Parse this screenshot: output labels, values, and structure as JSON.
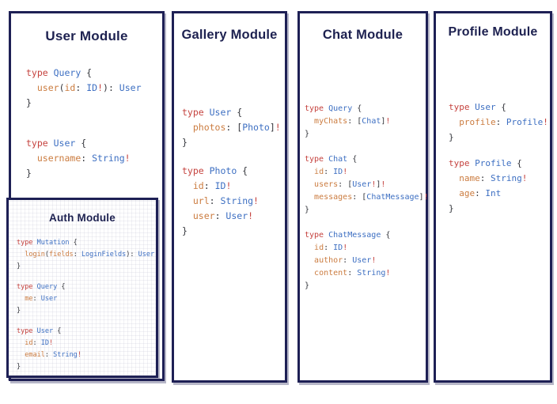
{
  "colors": {
    "border": "#1e2055",
    "title": "#1d2150",
    "keyword": "#c5423e",
    "type_name": "#3d6fc2",
    "field": "#cb7c40",
    "punctuation": "#34363c",
    "bang": "#c5423e"
  },
  "panels": [
    {
      "id": "user-module",
      "title": "User Module",
      "code_blocks": [
        {
          "lines": [
            [
              [
                "type ",
                "k"
              ],
              [
                "Query ",
                "t"
              ],
              [
                "{",
                "p"
              ]
            ],
            [
              [
                "  ",
                "p"
              ],
              [
                "user",
                "f"
              ],
              [
                "(",
                "p"
              ],
              [
                "id",
                "f"
              ],
              [
                ": ",
                "p"
              ],
              [
                "ID",
                "t"
              ],
              [
                "!",
                "b"
              ],
              [
                "): ",
                "p"
              ],
              [
                "User",
                "t"
              ]
            ],
            [
              [
                "}",
                "p"
              ]
            ]
          ]
        },
        {
          "lines": [
            [
              [
                "type ",
                "k"
              ],
              [
                "User ",
                "t"
              ],
              [
                "{",
                "p"
              ]
            ],
            [
              [
                "  ",
                "p"
              ],
              [
                "username",
                "f"
              ],
              [
                ": ",
                "p"
              ],
              [
                "String",
                "t"
              ],
              [
                "!",
                "b"
              ]
            ],
            [
              [
                "}",
                "p"
              ]
            ]
          ]
        }
      ]
    },
    {
      "id": "auth-module",
      "title": "Auth Module",
      "code_blocks": [
        {
          "lines": [
            [
              [
                "type ",
                "k"
              ],
              [
                "Mutation ",
                "t"
              ],
              [
                "{",
                "p"
              ]
            ],
            [
              [
                "  ",
                "p"
              ],
              [
                "login",
                "f"
              ],
              [
                "(",
                "p"
              ],
              [
                "fields",
                "f"
              ],
              [
                ": ",
                "p"
              ],
              [
                "LoginFields",
                "t"
              ],
              [
                "): ",
                "p"
              ],
              [
                "User",
                "t"
              ]
            ],
            [
              [
                "}",
                "p"
              ]
            ]
          ]
        },
        {
          "lines": [
            [
              [
                "type ",
                "k"
              ],
              [
                "Query ",
                "t"
              ],
              [
                "{",
                "p"
              ]
            ],
            [
              [
                "  ",
                "p"
              ],
              [
                "me",
                "f"
              ],
              [
                ": ",
                "p"
              ],
              [
                "User",
                "t"
              ]
            ],
            [
              [
                "}",
                "p"
              ]
            ]
          ]
        },
        {
          "lines": [
            [
              [
                "type ",
                "k"
              ],
              [
                "User ",
                "t"
              ],
              [
                "{",
                "p"
              ]
            ],
            [
              [
                "  ",
                "p"
              ],
              [
                "id",
                "f"
              ],
              [
                ": ",
                "p"
              ],
              [
                "ID",
                "t"
              ],
              [
                "!",
                "b"
              ]
            ],
            [
              [
                "  ",
                "p"
              ],
              [
                "email",
                "f"
              ],
              [
                ": ",
                "p"
              ],
              [
                "String",
                "t"
              ],
              [
                "!",
                "b"
              ]
            ],
            [
              [
                "}",
                "p"
              ]
            ]
          ]
        }
      ]
    },
    {
      "id": "gallery-module",
      "title": "Gallery Module",
      "code_blocks": [
        {
          "lines": [
            [
              [
                "type ",
                "k"
              ],
              [
                "User ",
                "t"
              ],
              [
                "{",
                "p"
              ]
            ],
            [
              [
                "  ",
                "p"
              ],
              [
                "photos",
                "f"
              ],
              [
                ": ",
                "p"
              ],
              [
                "[",
                "p"
              ],
              [
                "Photo",
                "t"
              ],
              [
                "]",
                "p"
              ],
              [
                "!",
                "b"
              ]
            ],
            [
              [
                "}",
                "p"
              ]
            ]
          ]
        },
        {
          "lines": [
            [
              [
                "type ",
                "k"
              ],
              [
                "Photo ",
                "t"
              ],
              [
                "{",
                "p"
              ]
            ],
            [
              [
                "  ",
                "p"
              ],
              [
                "id",
                "f"
              ],
              [
                ": ",
                "p"
              ],
              [
                "ID",
                "t"
              ],
              [
                "!",
                "b"
              ]
            ],
            [
              [
                "  ",
                "p"
              ],
              [
                "url",
                "f"
              ],
              [
                ": ",
                "p"
              ],
              [
                "String",
                "t"
              ],
              [
                "!",
                "b"
              ]
            ],
            [
              [
                "  ",
                "p"
              ],
              [
                "user",
                "f"
              ],
              [
                ": ",
                "p"
              ],
              [
                "User",
                "t"
              ],
              [
                "!",
                "b"
              ]
            ],
            [
              [
                "}",
                "p"
              ]
            ]
          ]
        }
      ]
    },
    {
      "id": "chat-module",
      "title": "Chat Module",
      "code_blocks": [
        {
          "lines": [
            [
              [
                "type ",
                "k"
              ],
              [
                "Query ",
                "t"
              ],
              [
                "{",
                "p"
              ]
            ],
            [
              [
                "  ",
                "p"
              ],
              [
                "myChats",
                "f"
              ],
              [
                ": ",
                "p"
              ],
              [
                "[",
                "p"
              ],
              [
                "Chat",
                "t"
              ],
              [
                "]",
                "p"
              ],
              [
                "!",
                "b"
              ]
            ],
            [
              [
                "}",
                "p"
              ]
            ]
          ]
        },
        {
          "lines": [
            [
              [
                "type ",
                "k"
              ],
              [
                "Chat ",
                "t"
              ],
              [
                "{",
                "p"
              ]
            ],
            [
              [
                "  ",
                "p"
              ],
              [
                "id",
                "f"
              ],
              [
                ": ",
                "p"
              ],
              [
                "ID",
                "t"
              ],
              [
                "!",
                "b"
              ]
            ],
            [
              [
                "  ",
                "p"
              ],
              [
                "users",
                "f"
              ],
              [
                ": ",
                "p"
              ],
              [
                "[",
                "p"
              ],
              [
                "User",
                "t"
              ],
              [
                "!",
                "b"
              ],
              [
                "]",
                "p"
              ],
              [
                "!",
                "b"
              ]
            ],
            [
              [
                "  ",
                "p"
              ],
              [
                "messages",
                "f"
              ],
              [
                ": ",
                "p"
              ],
              [
                "[",
                "p"
              ],
              [
                "ChatMessage",
                "t"
              ],
              [
                "]",
                "p"
              ],
              [
                "!",
                "b"
              ]
            ],
            [
              [
                "}",
                "p"
              ]
            ]
          ]
        },
        {
          "lines": [
            [
              [
                "type ",
                "k"
              ],
              [
                "ChatMessage ",
                "t"
              ],
              [
                "{",
                "p"
              ]
            ],
            [
              [
                "  ",
                "p"
              ],
              [
                "id",
                "f"
              ],
              [
                ": ",
                "p"
              ],
              [
                "ID",
                "t"
              ],
              [
                "!",
                "b"
              ]
            ],
            [
              [
                "  ",
                "p"
              ],
              [
                "author",
                "f"
              ],
              [
                ": ",
                "p"
              ],
              [
                "User",
                "t"
              ],
              [
                "!",
                "b"
              ]
            ],
            [
              [
                "  ",
                "p"
              ],
              [
                "content",
                "f"
              ],
              [
                ": ",
                "p"
              ],
              [
                "String",
                "t"
              ],
              [
                "!",
                "b"
              ]
            ],
            [
              [
                "}",
                "p"
              ]
            ]
          ]
        }
      ]
    },
    {
      "id": "profile-module",
      "title": "Profile Module",
      "code_blocks": [
        {
          "lines": [
            [
              [
                "type ",
                "k"
              ],
              [
                "User ",
                "t"
              ],
              [
                "{",
                "p"
              ]
            ],
            [
              [
                "  ",
                "p"
              ],
              [
                "profile",
                "f"
              ],
              [
                ": ",
                "p"
              ],
              [
                "Profile",
                "t"
              ],
              [
                "!",
                "b"
              ]
            ],
            [
              [
                "}",
                "p"
              ]
            ]
          ]
        },
        {
          "lines": [
            [
              [
                "type ",
                "k"
              ],
              [
                "Profile ",
                "t"
              ],
              [
                "{",
                "p"
              ]
            ],
            [
              [
                "  ",
                "p"
              ],
              [
                "name",
                "f"
              ],
              [
                ": ",
                "p"
              ],
              [
                "String",
                "t"
              ],
              [
                "!",
                "b"
              ]
            ],
            [
              [
                "  ",
                "p"
              ],
              [
                "age",
                "f"
              ],
              [
                ": ",
                "p"
              ],
              [
                "Int",
                "t"
              ]
            ],
            [
              [
                "}",
                "p"
              ]
            ]
          ]
        }
      ]
    }
  ]
}
